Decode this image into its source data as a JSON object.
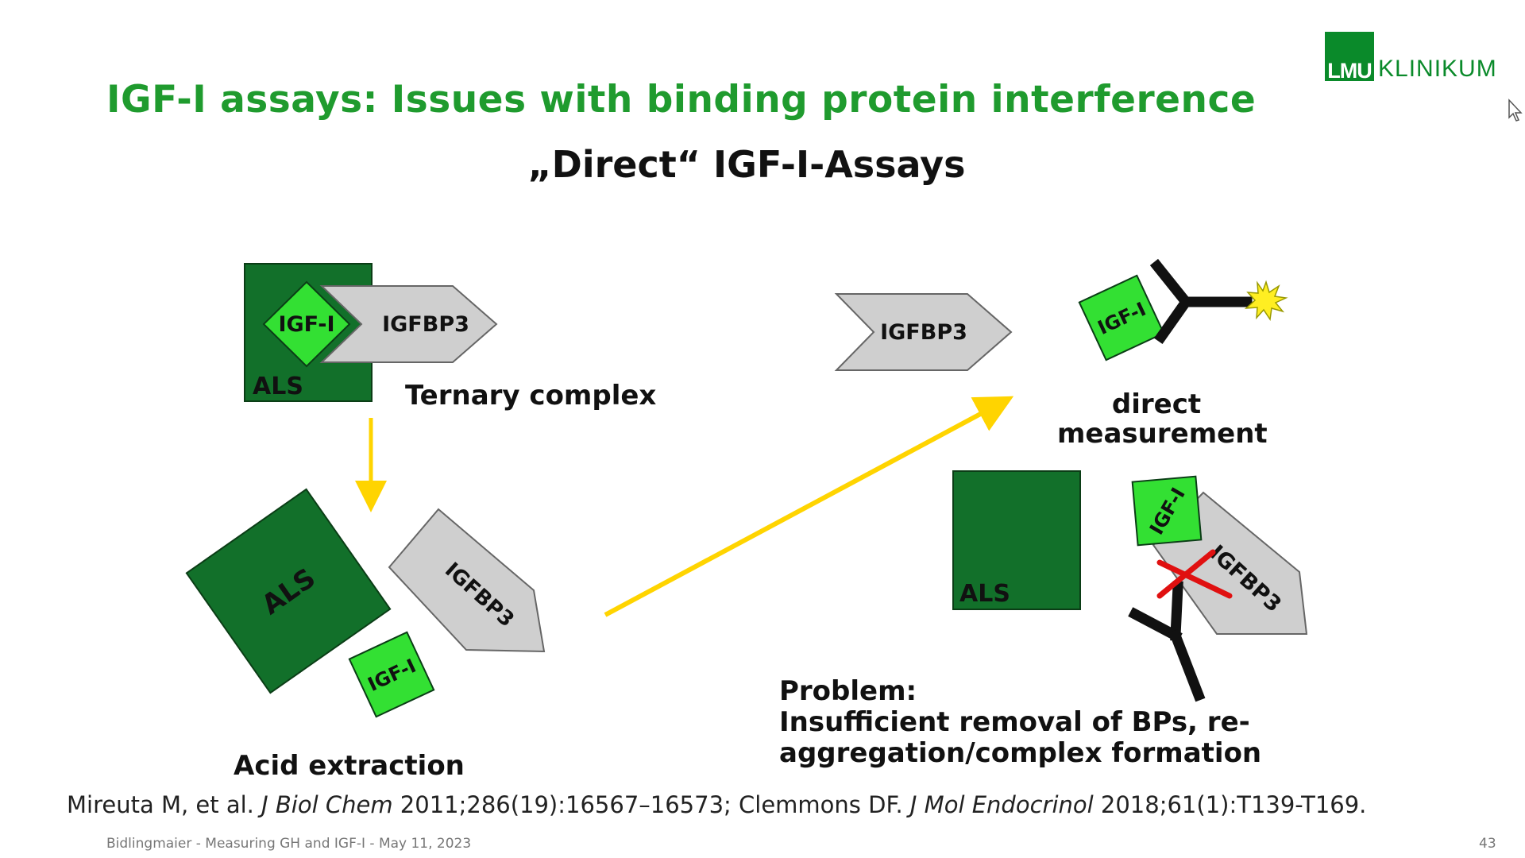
{
  "slide": {
    "title": "IGF-I assays: Issues with binding protein interference",
    "subtitle": "„Direct“ IGF-I-Assays",
    "logo": {
      "mark": "LMU",
      "text": "KLINIKUM"
    },
    "diagram_labels": {
      "igf": "IGF-I",
      "igfbp3": "IGFBP3",
      "als": "ALS"
    },
    "captions": {
      "ternary": "Ternary complex",
      "acid": "Acid extraction",
      "direct_line1": "direct",
      "direct_line2": "measurement",
      "problem_line1": "Problem:",
      "problem_line2": "Insufficient removal of BPs, re-",
      "problem_line3": "aggregation/complex formation"
    },
    "reference": {
      "part1": "Mireuta M, et al. ",
      "journal1": "J Biol Chem",
      "part2": " 2011;286(19):16567–16573; Clemmons DF. ",
      "journal2": "J Mol Endocrinol",
      "part3": " 2018;61(1):T139-T169."
    },
    "footer": "Bidlingmaier - Measuring GH and IGF-I - May 11, 2023",
    "page_number": "43"
  },
  "colors": {
    "title_green": "#1f9b2e",
    "als_green": "#12702a",
    "igf_green": "#33e033",
    "igfbp_gray": "#cfcfcf",
    "arrow_yellow": "#ffd400",
    "cross_red": "#e01010"
  }
}
